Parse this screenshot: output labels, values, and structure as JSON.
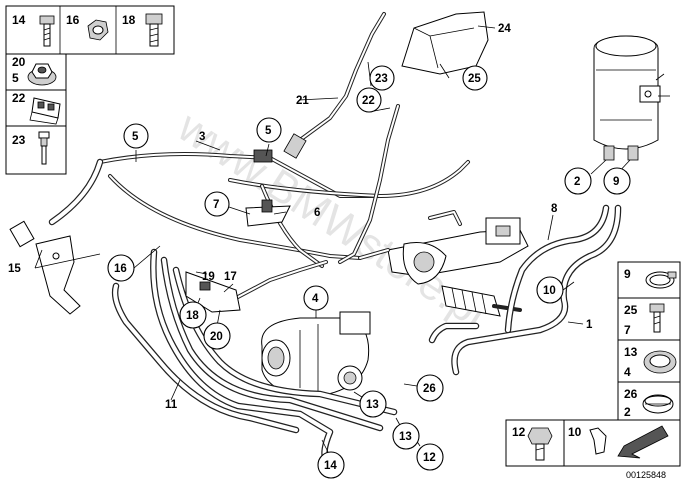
{
  "watermark": "www.BMWstore.pl",
  "image_number": "00125848",
  "callouts": {
    "c1": "1",
    "c2": "2",
    "c3": "3",
    "c4": "4",
    "c5a": "5",
    "c5b": "5",
    "c6": "6",
    "c7": "7",
    "c8": "8",
    "c9": "9",
    "c10": "10",
    "c11": "11",
    "c12": "12",
    "c13a": "13",
    "c13b": "13",
    "c14": "14",
    "c15": "15",
    "c16": "16",
    "c17": "17",
    "c18": "18",
    "c19": "19",
    "c20": "20",
    "c21": "21",
    "c22": "22",
    "c23": "23",
    "c24": "24",
    "c25": "25",
    "c26": "26"
  },
  "legend_left": {
    "r1a": "14",
    "r1b": "16",
    "r1c": "18",
    "r2a": "20",
    "r2b": "5",
    "r3": "22",
    "r4": "23"
  },
  "legend_right": {
    "r1": "9",
    "r2a": "25",
    "r2b": "7",
    "r3a": "13",
    "r3b": "4",
    "r4a": "26",
    "r4b": "2"
  },
  "legend_bottom": {
    "a": "12",
    "b": "10"
  }
}
